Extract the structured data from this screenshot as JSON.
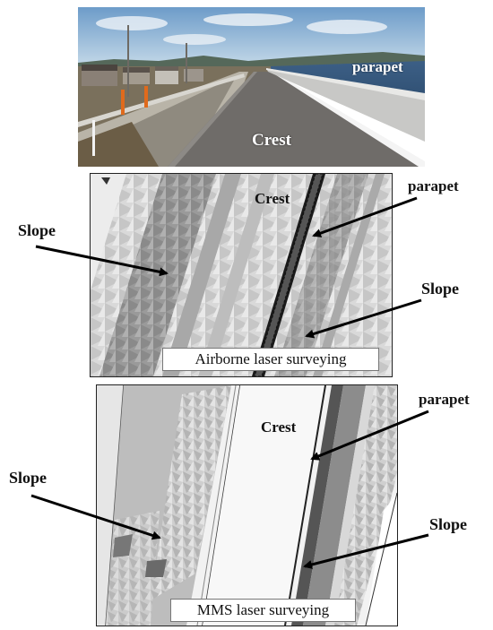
{
  "photo": {
    "crest": "Crest",
    "parapet": "parapet"
  },
  "airborne": {
    "crest": "Crest",
    "parapet": "parapet",
    "slope_left": "Slope",
    "slope_right": "Slope",
    "caption": "Airborne laser surveying"
  },
  "mms": {
    "crest": "Crest",
    "parapet": "parapet",
    "slope_left": "Slope",
    "slope_right": "Slope",
    "caption": "MMS laser surveying"
  }
}
